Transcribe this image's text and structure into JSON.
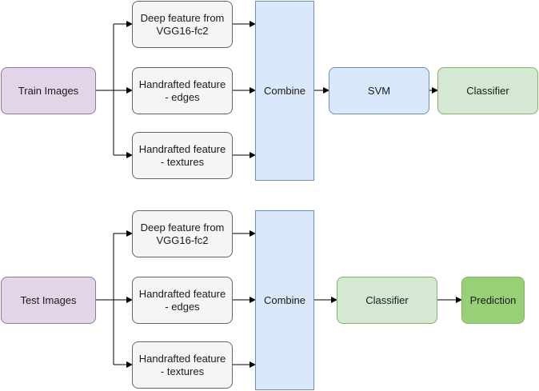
{
  "train_pipeline": {
    "source": "Train Images",
    "features": [
      "Deep feature from\nVGG16-fc2",
      "Handrafted feature\n- edges",
      "Handrafted feature\n- textures"
    ],
    "combine": "Combine",
    "svm": "SVM",
    "classifier": "Classifier"
  },
  "test_pipeline": {
    "source": "Test Images",
    "features": [
      "Deep feature from\nVGG16-fc2",
      "Handrafted feature\n- edges",
      "Handrafted feature\n- textures"
    ],
    "combine": "Combine",
    "classifier": "Classifier",
    "prediction": "Prediction"
  },
  "colors": {
    "source_fill": "#e1d5e7",
    "feature_fill": "#f5f5f5",
    "combine_fill": "#dae8fc",
    "svm_fill": "#dae8fc",
    "classifier_fill": "#d5e8d4",
    "prediction_fill": "#97d077",
    "edge": "#000000"
  }
}
